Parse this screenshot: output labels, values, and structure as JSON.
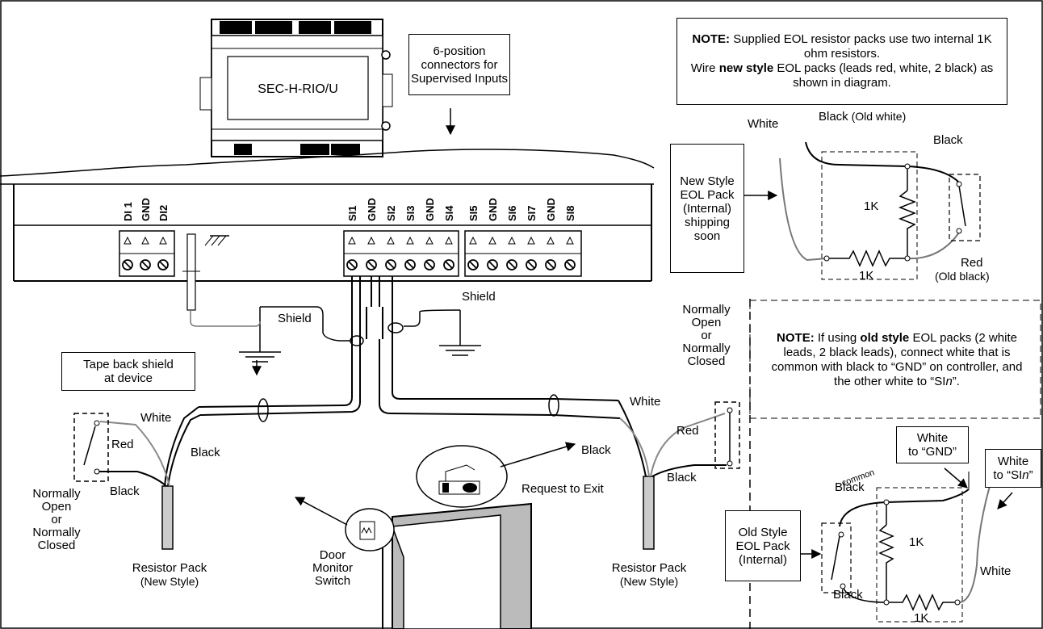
{
  "device": {
    "model_label": "SEC-H-RIO/U"
  },
  "callouts": {
    "connectors": [
      "6-position",
      "connectors for",
      "Supervised Inputs"
    ],
    "tape_back": [
      "Tape back shield",
      "at device"
    ],
    "new_style_pack": [
      "New Style",
      "EOL Pack",
      "(Internal)",
      "shipping",
      "soon"
    ],
    "old_style_pack": [
      "Old Style",
      "EOL Pack",
      "(Internal)"
    ]
  },
  "note_top": {
    "prefix": "NOTE:",
    "line1": " Supplied EOL resistor packs use two internal 1K ohm resistors.",
    "line2a": "Wire ",
    "line2b": "new style",
    "line2c": " EOL packs (leads red, white, 2 black) as shown in diagram."
  },
  "note_old": {
    "prefix": "NOTE:",
    "t1": " If using ",
    "t2": "old style",
    "t3": " EOL packs (2 white leads, 2 black leads), connect white that is common with black to “GND” on controller, and the other white to “SI",
    "t4": "n",
    "t5": "”."
  },
  "terminals": {
    "group_di": [
      "DI 1",
      "GND",
      "DI2"
    ],
    "group_a": [
      "SI1",
      "GND",
      "SI2",
      "SI3",
      "GND",
      "SI4"
    ],
    "group_b": [
      "SI5",
      "GND",
      "SI6",
      "SI7",
      "GND",
      "SI8"
    ]
  },
  "labels": {
    "shield_right": "Shield",
    "shield_left": "Shield",
    "white_left": "White",
    "red_left": "Red",
    "black_left_a": "Black",
    "black_left_b": "Black",
    "nono_left": [
      "Normally",
      "Open",
      "or",
      "Normally",
      "Closed"
    ],
    "resistor_left": [
      "Resistor Pack",
      "(New Style)"
    ],
    "door_switch": [
      "Door",
      "Monitor",
      "Switch"
    ],
    "request_exit": "Request to Exit",
    "black_mid": "Black",
    "white_right": "White",
    "red_right": "Red",
    "black_right": "Black",
    "resistor_right": [
      "Resistor Pack",
      "(New Style)"
    ],
    "nono_right": [
      "Normally",
      "Open",
      "or",
      "Normally",
      "Closed"
    ],
    "ns_white": "White",
    "ns_black_old_white_a": "Black",
    "ns_black_old_white_b": " (Old white)",
    "ns_black": "Black",
    "ns_1k_a": "1K",
    "ns_1k_b": "1K",
    "ns_red": "Red",
    "ns_old_black": "(Old black)",
    "os_common": "common",
    "os_black_top": "Black",
    "os_black_bottom": "Black",
    "os_1k_a": "1K",
    "os_1k_b": "1K",
    "os_white": "White",
    "os_white_gnd": [
      "White",
      "to “GND”"
    ],
    "os_white_si_a": "White",
    "os_white_si_b": "to “SI",
    "os_white_si_n": "n",
    "os_white_si_c": "”"
  }
}
